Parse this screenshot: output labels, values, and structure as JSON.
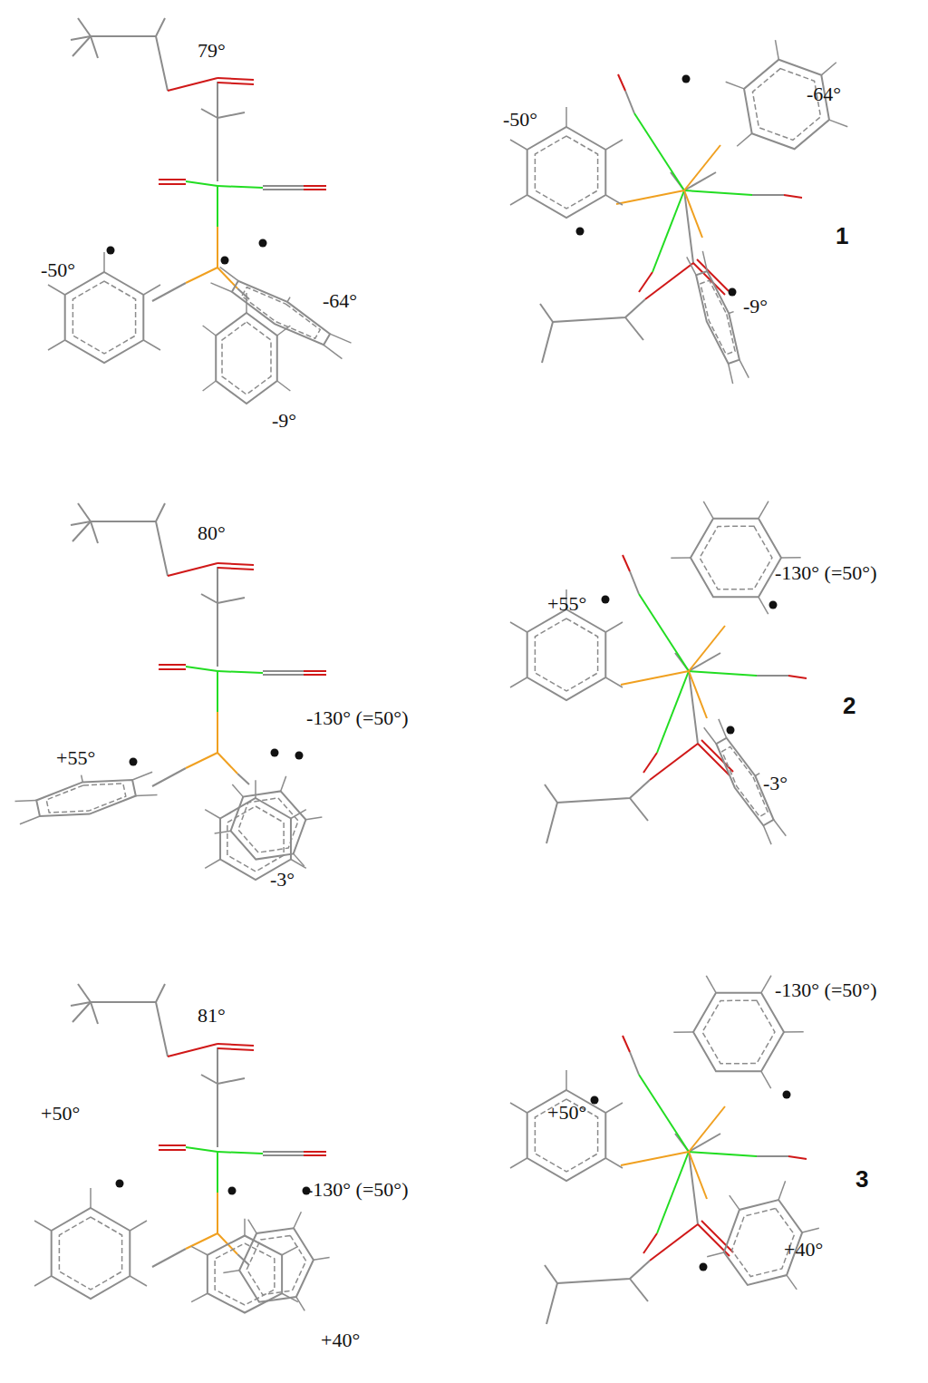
{
  "diagram": {
    "labels": [
      "79°",
      "-50°",
      "-64°",
      "-9°",
      "-50°",
      "-64°",
      "1",
      "-9°",
      "80°",
      "-130° (=50°)",
      "+55°",
      "-3°",
      "+55°",
      "-130° (=50°)",
      "2",
      "-3°",
      "81°",
      "+50°",
      "-130° (=50°)",
      "+40°",
      "+50°",
      "-130° (=50°)",
      "3",
      "+40°"
    ]
  }
}
